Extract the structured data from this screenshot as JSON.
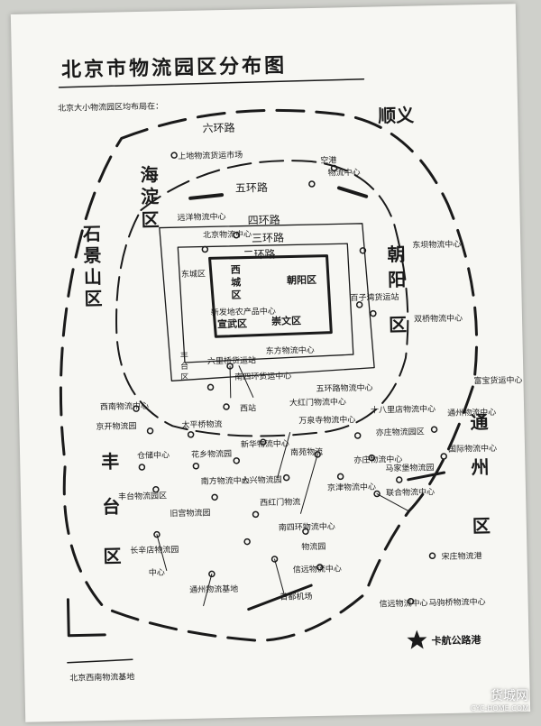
{
  "map": {
    "title": "北京市物流园区分布图",
    "subtitle": "北京大小物流园区均布局在："
  },
  "roads": {
    "ring6": "六环路",
    "ring5": "五环路",
    "ring4": "四环路",
    "ring3": "三环路",
    "ring2": "二环路"
  },
  "districts": {
    "shunyi": "顺义",
    "haidian": [
      "海",
      "淀",
      "区"
    ],
    "shijingshan": [
      "石",
      "景",
      "山",
      "区"
    ],
    "chaoyang": [
      "朝",
      "阳",
      "区"
    ],
    "fengtai": [
      "丰",
      "台",
      "区"
    ],
    "tongzhou": [
      "通",
      "州",
      "区"
    ],
    "xicheng": [
      "西",
      "城",
      "区"
    ],
    "dongcheng": "东城区",
    "xuanwu": "宣武区",
    "chongwen": "崇文区",
    "chaoyang_inner": "朝阳区",
    "fengtai_inner": [
      "丰",
      "台",
      "区"
    ]
  },
  "places": {
    "p1": "上地物流货运市场",
    "p2": "远洋物流中心",
    "p3": "北京物流中心",
    "p4": "新发地农产品中心",
    "p5": "六里桥货运站",
    "p6": "南四环货运中心",
    "p7": "东方物流中心",
    "p8": "西南物流中心",
    "p9": "首都机场",
    "p10": "空港",
    "p11": "物流中心",
    "p12": "东坝物流中心",
    "p13": "百子湾货运站",
    "p14": "双桥物流中心",
    "p15": "西站",
    "p16": "大红门物流中心",
    "p17": "京开物流园",
    "p18": "太平桥物流",
    "p19": "仓储中心",
    "p20": "花乡物流园",
    "p21": "新华物流中心",
    "p22": "丰台物流园区",
    "p23": "万泉寺物流中心",
    "p24": "南苑物流",
    "p25": "亦庄物流中心",
    "p26": "五环路物流中心",
    "p27": "十八里店物流中心",
    "p28": "亦庄物流园区",
    "p29": "马家堡物流园",
    "p30": "通州物流基地",
    "p31": "马驹桥物流中心",
    "p32": "宋庄物流港",
    "p33": "信远物流中心",
    "p34": "北京西南物流基地",
    "p35": "长辛店物流园",
    "p36": "南方物流中心",
    "p37": "大兴物流园",
    "p38": "西红门物流",
    "p39": "旧宫物流园",
    "p40": "京津物流中心",
    "p41": "南四环物流中心",
    "p42": "物流园",
    "p43": "卡航公路港",
    "p44": "北京西南物流基地",
    "p45": "富宝货运中心",
    "p46": "通州物流中心",
    "p47": "联合物流中心",
    "p48": "国际物流中心",
    "p49": "中心"
  },
  "watermark": {
    "text": "货城网",
    "site": "CYC-HOME.COM"
  }
}
